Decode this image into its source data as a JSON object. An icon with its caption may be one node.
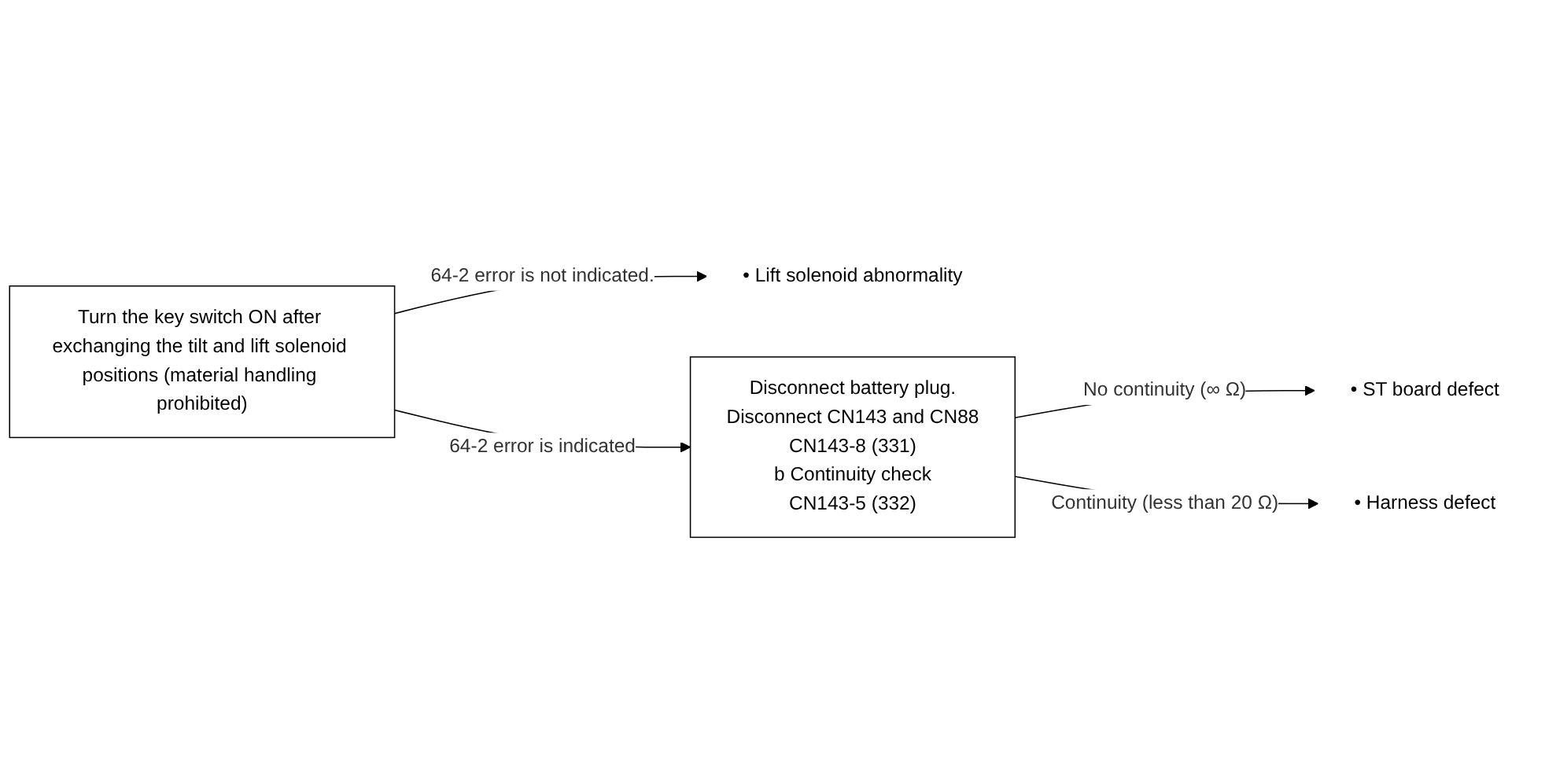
{
  "diagram": {
    "nodes": [
      {
        "text": [
          "Turn the key switch ON after exchanging the tilt and lift solenoid positions (material handling prohibited)"
        ]
      },
      {
        "text": [
          "• Lift solenoid abnormality"
        ]
      },
      {
        "text": [
          "Disconnect battery plug.",
          "Disconnect CN143 and CN88",
          "CN143-8 (331)",
          "b Continuity check",
          "CN143-5 (332)"
        ]
      },
      {
        "text": [
          "• ST board defect"
        ]
      },
      {
        "text": [
          "• Harness defect"
        ]
      }
    ],
    "edges": [
      {
        "from": 0,
        "to": 1,
        "arrow": "to",
        "label": "64-2 error is not indicated."
      },
      {
        "from": 0,
        "to": 2,
        "arrow": "to",
        "label": "64-2 error is indicated"
      },
      {
        "from": 2,
        "to": 3,
        "arrow": "to",
        "label": "No continuity (∞ Ω)"
      },
      {
        "from": 2,
        "to": 4,
        "arrow": "to",
        "label": "Continuity (less than 20 Ω)"
      }
    ]
  }
}
